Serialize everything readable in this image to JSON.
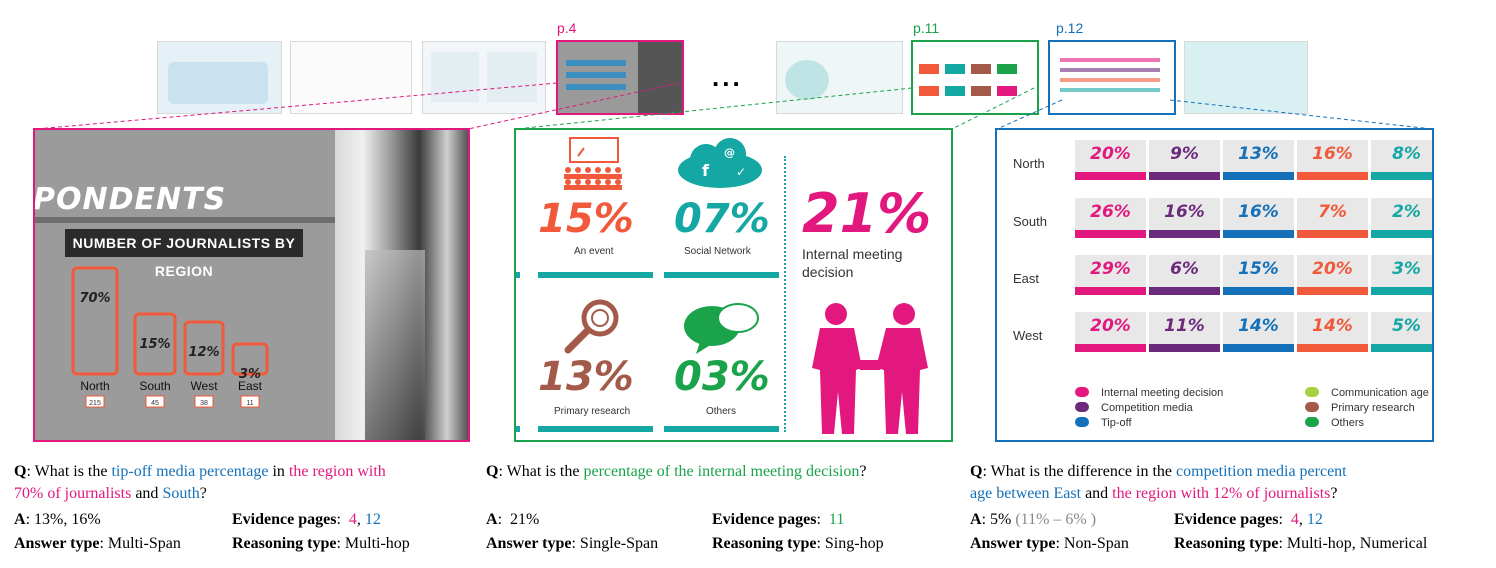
{
  "pages": {
    "p4": "p.4",
    "p11": "p.11",
    "p12": "p.12",
    "ellipsis": "..."
  },
  "colors": {
    "pink": "#e2187e",
    "green": "#1aa34a",
    "blue": "#1470b8",
    "purple": "#6c2a7c",
    "orange": "#f05a3a",
    "teal": "#15a7a3",
    "brown": "#a35a4a",
    "lime": "#a8cf45"
  },
  "panel1": {
    "banner": "PONDENTS",
    "subtitle": "NUMBER OF JOURNALISTS BY REGION",
    "bars": [
      {
        "region": "North",
        "pct": "70%",
        "count": "215"
      },
      {
        "region": "South",
        "pct": "15%",
        "count": "45"
      },
      {
        "region": "West",
        "pct": "12%",
        "count": "38"
      },
      {
        "region": "East",
        "pct": "3%",
        "count": "11"
      }
    ]
  },
  "panel2": {
    "items": [
      {
        "value": "15%",
        "label": "An event",
        "icon": "audience-icon"
      },
      {
        "value": "07%",
        "label": "Social Network",
        "icon": "social-cloud-icon"
      },
      {
        "value": "13%",
        "label": "Primary research",
        "icon": "magnifier-icon"
      },
      {
        "value": "03%",
        "label": "Others",
        "icon": "speech-bubbles-icon"
      }
    ],
    "big_value": "21%",
    "big_label_1": "Internal meeting",
    "big_label_2": "decision"
  },
  "panel3": {
    "rows": [
      {
        "region": "North",
        "values": [
          "20%",
          "9%",
          "13%",
          "16%",
          "8%"
        ]
      },
      {
        "region": "South",
        "values": [
          "26%",
          "16%",
          "16%",
          "7%",
          "2%"
        ]
      },
      {
        "region": "East",
        "values": [
          "29%",
          "6%",
          "15%",
          "20%",
          "3%"
        ]
      },
      {
        "region": "West",
        "values": [
          "20%",
          "11%",
          "14%",
          "14%",
          "5%"
        ]
      }
    ],
    "legend": [
      "Internal meeting decision",
      "Communication age",
      "Competition media",
      "Primary research",
      "Tip-off",
      "Others"
    ]
  },
  "qa": [
    {
      "q_prefix": "Q",
      "q_parts": [
        ": What is the ",
        "tip-off media percentage",
        " in ",
        "the region with",
        "70% of journalists",
        " and ",
        "South",
        "?"
      ],
      "a_label": "A",
      "answer": ":  13%, 16%",
      "ev_label": "Evidence pages",
      "ev_sep": ":  ",
      "ev_1": "4",
      "ev_comma": ", ",
      "ev_2": "12",
      "at_label": "Answer type",
      "at_value": ": Multi-Span",
      "rt_label": "Reasoning type",
      "rt_value": ": Multi-hop"
    },
    {
      "q_prefix": "Q",
      "q_parts": [
        ": What is the ",
        "percentage of the internal meeting decision",
        "?"
      ],
      "a_label": "A",
      "answer": ":  21%",
      "ev_label": "Evidence pages",
      "ev_sep": ":  ",
      "ev_1": "11",
      "at_label": "Answer type",
      "at_value": ": Single-Span",
      "rt_label": "Reasoning type",
      "rt_value": ": Sing-hop"
    },
    {
      "q_prefix": "Q",
      "q_parts": [
        ": What is the difference in the ",
        "competition media percent",
        "age between East",
        " and ",
        "the region with 12% of journalists",
        "?"
      ],
      "a_label": "A",
      "answer": ": 5% ",
      "answer_note": "(11% – 6% )",
      "ev_label": "Evidence pages",
      "ev_sep": ":  ",
      "ev_1": "4",
      "ev_comma": ", ",
      "ev_2": "12",
      "at_label": "Answer type",
      "at_value": ": Non-Span",
      "rt_label": "Reasoning type",
      "rt_value": ": Multi-hop, Numerical"
    }
  ]
}
